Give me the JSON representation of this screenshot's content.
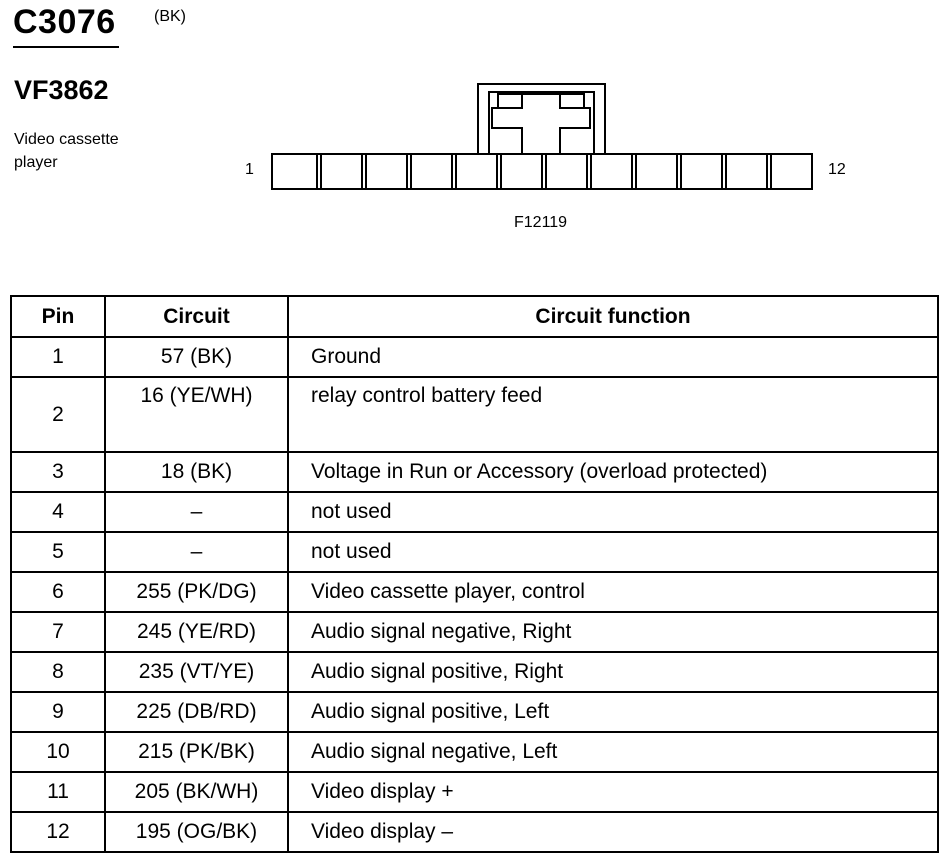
{
  "header": {
    "connector_id": "C3076",
    "connector_color": "(BK)",
    "part_number": "VF3862",
    "description": "Video cassette player"
  },
  "diagram": {
    "pin_first": "1",
    "pin_last": "12",
    "figure_number": "F12119"
  },
  "table": {
    "headers": {
      "pin": "Pin",
      "circuit": "Circuit",
      "function": "Circuit function"
    },
    "rows": [
      {
        "pin": "1",
        "circuit": "57 (BK)",
        "function": "Ground"
      },
      {
        "pin": "2",
        "circuit": "16 (YE/WH)",
        "function": "relay control battery feed"
      },
      {
        "pin": "3",
        "circuit": "18 (BK)",
        "function": "Voltage in Run or Accessory (overload protected)"
      },
      {
        "pin": "4",
        "circuit": "–",
        "function": "not used"
      },
      {
        "pin": "5",
        "circuit": "–",
        "function": "not used"
      },
      {
        "pin": "6",
        "circuit": "255 (PK/DG)",
        "function": "Video cassette player, control"
      },
      {
        "pin": "7",
        "circuit": "245 (YE/RD)",
        "function": "Audio signal negative, Right"
      },
      {
        "pin": "8",
        "circuit": "235 (VT/YE)",
        "function": "Audio signal positive, Right"
      },
      {
        "pin": "9",
        "circuit": "225 (DB/RD)",
        "function": "Audio signal positive, Left"
      },
      {
        "pin": "10",
        "circuit": "215 (PK/BK)",
        "function": "Audio signal negative, Left"
      },
      {
        "pin": "11",
        "circuit": "205 (BK/WH)",
        "function": "Video display +"
      },
      {
        "pin": "12",
        "circuit": "195 (OG/BK)",
        "function": "Video display –"
      }
    ]
  }
}
